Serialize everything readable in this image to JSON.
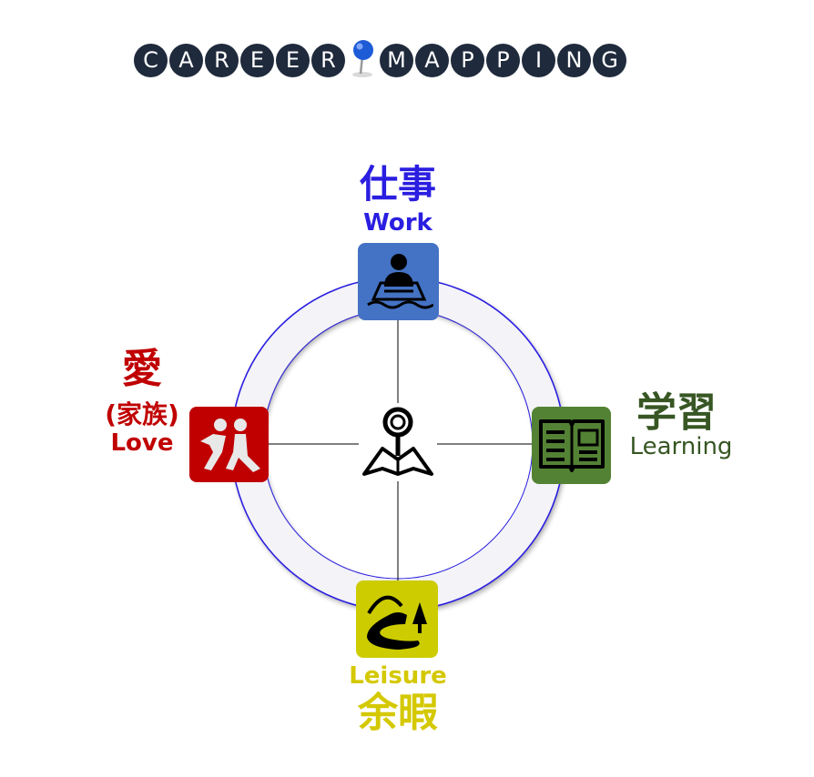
{
  "title": {
    "letters_left": [
      "C",
      "A",
      "R",
      "E",
      "E",
      "R"
    ],
    "letters_right": [
      "M",
      "A",
      "P",
      "P",
      "I",
      "N",
      "G"
    ],
    "icon": "map-pin-icon"
  },
  "center": {
    "icon": "person-reading-book-icon"
  },
  "nodes": {
    "work": {
      "jp": "仕事",
      "en": "Work",
      "color": "#2a1ee0",
      "tile_color": "#4472c4",
      "icon": "person-at-desk-icon"
    },
    "love": {
      "jp": "愛",
      "jp_sub": "(家族)",
      "en": "Love",
      "color": "#c00000",
      "tile_color": "#c00000",
      "icon": "two-people-icon"
    },
    "learning": {
      "jp": "学習",
      "en": "Learning",
      "color": "#375623",
      "tile_color": "#548235",
      "icon": "open-book-icon"
    },
    "leisure": {
      "jp": "余暇",
      "en": "Leisure",
      "color": "#d4c800",
      "tile_color": "#cccc00",
      "icon": "landscape-tree-icon"
    }
  },
  "colors": {
    "circle": "#2a1ee0",
    "axis": "#000000",
    "title_bg": "#1f2a3c"
  }
}
